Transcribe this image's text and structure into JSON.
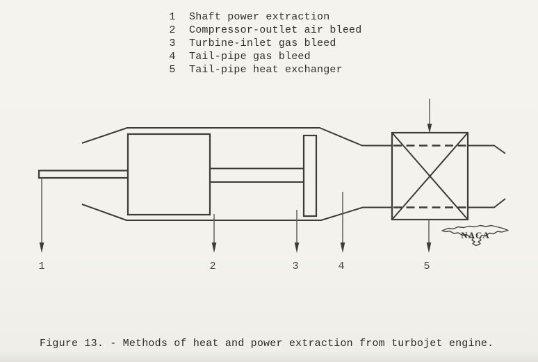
{
  "legend": {
    "items": [
      {
        "num": "1",
        "label": "Shaft power extraction"
      },
      {
        "num": "2",
        "label": "Compressor-outlet air bleed"
      },
      {
        "num": "3",
        "label": "Turbine-inlet gas bleed"
      },
      {
        "num": "4",
        "label": "Tail-pipe gas bleed"
      },
      {
        "num": "5",
        "label": "Tail-pipe heat exchanger"
      }
    ]
  },
  "callouts": {
    "labels": [
      "1",
      "2",
      "3",
      "4",
      "5"
    ]
  },
  "logo": {
    "text": "NACA"
  },
  "caption": "Figure 13. - Methods of heat and power extraction from turbojet engine.",
  "colors": {
    "paper": "#f3f2ec",
    "ink": "#3c3b38"
  }
}
